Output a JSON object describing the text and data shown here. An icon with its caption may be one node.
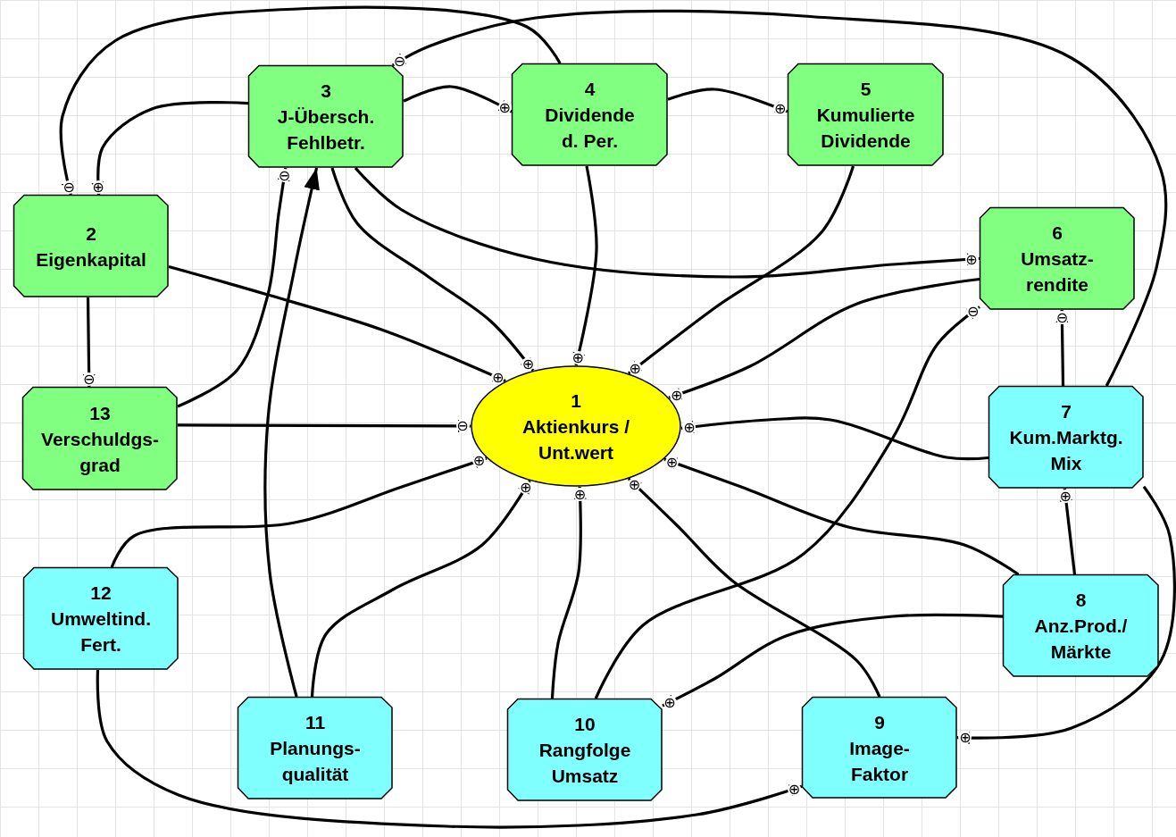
{
  "diagram": {
    "nodes": [
      {
        "text": [
          "1",
          "Aktienkurs / Unt.wert"
        ]
      },
      {
        "text": [
          "2",
          "Eigenkapital"
        ]
      },
      {
        "text": [
          "3",
          "J-Übersch. Fehlbetr."
        ]
      },
      {
        "text": [
          "4",
          "Dividende d. Per."
        ]
      },
      {
        "text": [
          "5",
          "Kumulierte Dividende"
        ]
      },
      {
        "text": [
          "6",
          "Umsatz-rendite"
        ]
      },
      {
        "text": [
          "7",
          "Kum.Marktg. Mix"
        ]
      },
      {
        "text": [
          "8",
          "Anz.Prod./Märkte"
        ]
      },
      {
        "text": [
          "9",
          "Image-Faktor"
        ]
      },
      {
        "text": [
          "10",
          "Rangfolge Umsatz"
        ]
      },
      {
        "text": [
          "11",
          "Planungs-qualität"
        ]
      },
      {
        "text": [
          "12",
          "Umweltind. Fert."
        ]
      },
      {
        "text": [
          "13",
          "Verschuldgs-grad"
        ]
      }
    ],
    "edges": [
      {
        "from": 3,
        "to": 1,
        "arrow": "to",
        "label": "⊖"
      },
      {
        "from": 2,
        "to": 1,
        "arrow": "to",
        "label": "⊕"
      },
      {
        "from": 6,
        "to": 2,
        "arrow": "to",
        "label": "⊖"
      },
      {
        "from": 2,
        "to": 3,
        "arrow": "to",
        "label": "⊕"
      },
      {
        "from": 3,
        "to": 4,
        "arrow": "to",
        "label": "⊕"
      },
      {
        "from": 12,
        "to": 2,
        "arrow": "to",
        "label": "⊖"
      },
      {
        "from": 10,
        "to": 2,
        "arrow": "to"
      },
      {
        "from": 2,
        "to": 0,
        "arrow": "to",
        "label": "⊕"
      },
      {
        "from": 2,
        "to": 5,
        "arrow": "to",
        "label": "⊕"
      },
      {
        "from": 1,
        "to": 0,
        "arrow": "to",
        "label": "⊕"
      },
      {
        "from": 1,
        "to": 12,
        "arrow": "to",
        "label": "⊖"
      },
      {
        "from": 3,
        "to": 0,
        "arrow": "to",
        "label": "⊕"
      },
      {
        "from": 4,
        "to": 0,
        "arrow": "to",
        "label": "⊕"
      },
      {
        "from": 5,
        "to": 0,
        "arrow": "to",
        "label": "⊕"
      },
      {
        "from": 9,
        "to": 5,
        "arrow": "to",
        "label": "⊖"
      },
      {
        "from": 6,
        "to": 5,
        "arrow": "to",
        "label": "⊖"
      },
      {
        "from": 12,
        "to": 0,
        "arrow": "to",
        "label": "⊖"
      },
      {
        "from": 11,
        "to": 0,
        "arrow": "to",
        "label": "⊕"
      },
      {
        "from": 10,
        "to": 0,
        "arrow": "to",
        "label": "⊕"
      },
      {
        "from": 9,
        "to": 0,
        "arrow": "to",
        "label": "⊕"
      },
      {
        "from": 6,
        "to": 0,
        "arrow": "to",
        "label": "⊕"
      },
      {
        "from": 7,
        "to": 0,
        "arrow": "to",
        "label": "⊕"
      },
      {
        "from": 8,
        "to": 0,
        "arrow": "to",
        "label": "⊕"
      },
      {
        "from": 7,
        "to": 6,
        "arrow": "to",
        "label": "⊕"
      },
      {
        "from": 7,
        "to": 9,
        "arrow": "to",
        "label": "⊕"
      },
      {
        "from": 6,
        "to": 8,
        "arrow": "to",
        "label": "⊕"
      },
      {
        "from": 11,
        "to": 8,
        "arrow": "to",
        "label": "⊕"
      }
    ]
  }
}
